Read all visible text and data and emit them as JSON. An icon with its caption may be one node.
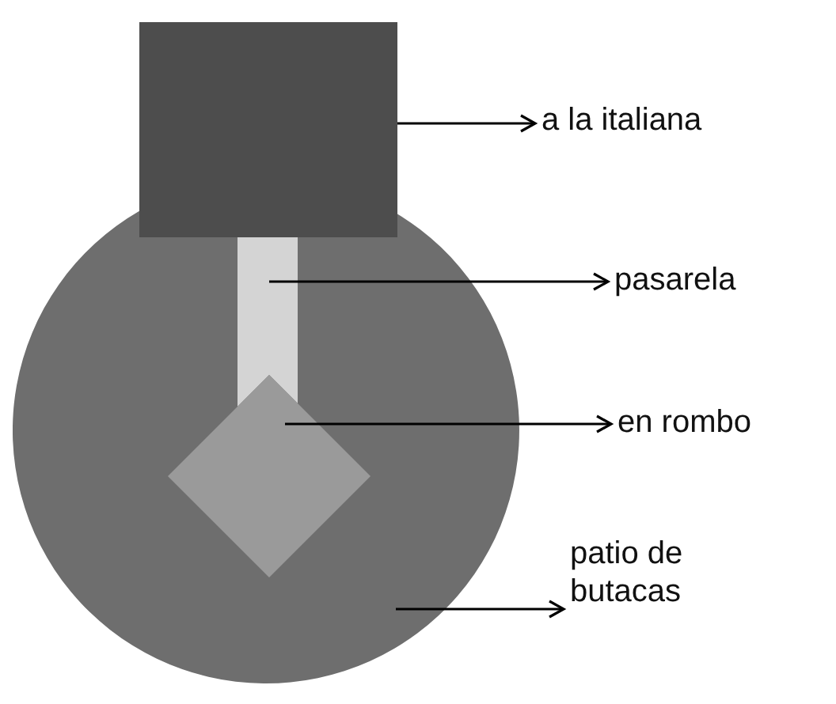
{
  "diagram": {
    "nodes": [
      {
        "text": [
          "a la italiana"
        ]
      },
      {
        "text": [
          "pasarela"
        ]
      },
      {
        "text": [
          "en rombo"
        ]
      },
      {
        "text": [
          "patio de butacas"
        ]
      },
      {
        "text": [],
        "shape": "box"
      },
      {
        "text": [],
        "shape": "bar",
        "in": 7
      },
      {
        "text": [],
        "shape": "diamond",
        "in": 7
      },
      {
        "text": [],
        "shape": "circle"
      }
    ],
    "edges": [
      {
        "from": 4,
        "to": 0,
        "arrow": "to"
      },
      {
        "from": 5,
        "to": 1,
        "arrow": "to"
      },
      {
        "from": 6,
        "to": 2,
        "arrow": "to"
      },
      {
        "from": 7,
        "to": 3,
        "arrow": "to"
      }
    ]
  }
}
